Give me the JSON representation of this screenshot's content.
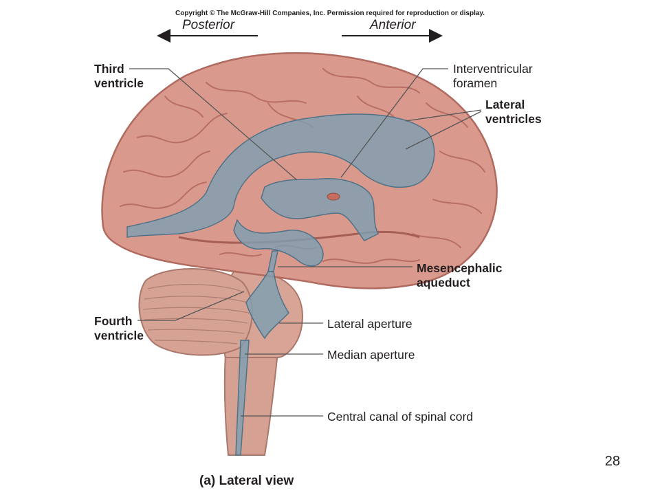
{
  "header": {
    "copyright": "Copyright © The McGraw-Hill Companies, Inc. Permission required for reproduction or display.",
    "posterior": "Posterior",
    "anterior": "Anterior"
  },
  "labels": {
    "third_ventricle": [
      "Third",
      "ventricle"
    ],
    "interventricular_foramen": [
      "Interventricular",
      "foramen"
    ],
    "lateral_ventricles": [
      "Lateral",
      "ventricles"
    ],
    "mesencephalic_aqueduct": [
      "Mesencephalic",
      "aqueduct"
    ],
    "fourth_ventricle": [
      "Fourth",
      "ventricle"
    ],
    "lateral_aperture": "Lateral aperture",
    "median_aperture": "Median aperture",
    "central_canal": "Central canal of spinal cord"
  },
  "caption": "(a) Lateral view",
  "page_number": "28",
  "colors": {
    "brain": "#d9998c",
    "brain_dark": "#b86e63",
    "cerebellum": "#d6a294",
    "brainstem": "#d7a496",
    "ventricle": "#7d9fb3",
    "ventricle_dark": "#4f7288",
    "leader": "#555555"
  }
}
